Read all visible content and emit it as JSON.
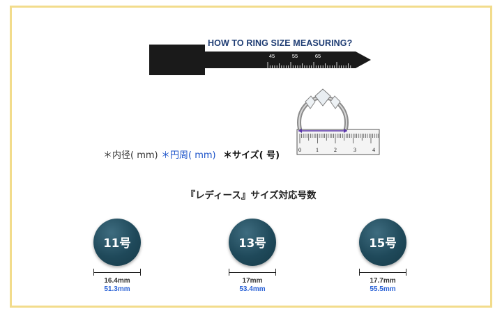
{
  "ruler": {
    "title": "HOW TO RING SIZE MEASURING?",
    "ticks": [
      "45",
      "55",
      "65"
    ]
  },
  "diagram": {
    "scale_labels": [
      "0",
      "1",
      "2",
      "3",
      "4"
    ]
  },
  "legend": {
    "inner_diameter": "＊内径( mm)",
    "circumference": "＊円周( mm)",
    "size": "＊サイズ( 号)"
  },
  "section_title": "『レディース』サイズ対応号数",
  "sizes": [
    {
      "label": "11号",
      "diameter": "16.4mm",
      "circumference": "51.3mm"
    },
    {
      "label": "13号",
      "diameter": "17mm",
      "circumference": "53.4mm"
    },
    {
      "label": "15号",
      "diameter": "17.7mm",
      "circumference": "55.5mm"
    }
  ],
  "colors": {
    "frame": "#f2dc8c",
    "ruler_dark": "#1a1a1a",
    "title_blue": "#1f3d74",
    "circle_teal": "#1f495a",
    "circumference_blue": "#2a62d6"
  }
}
